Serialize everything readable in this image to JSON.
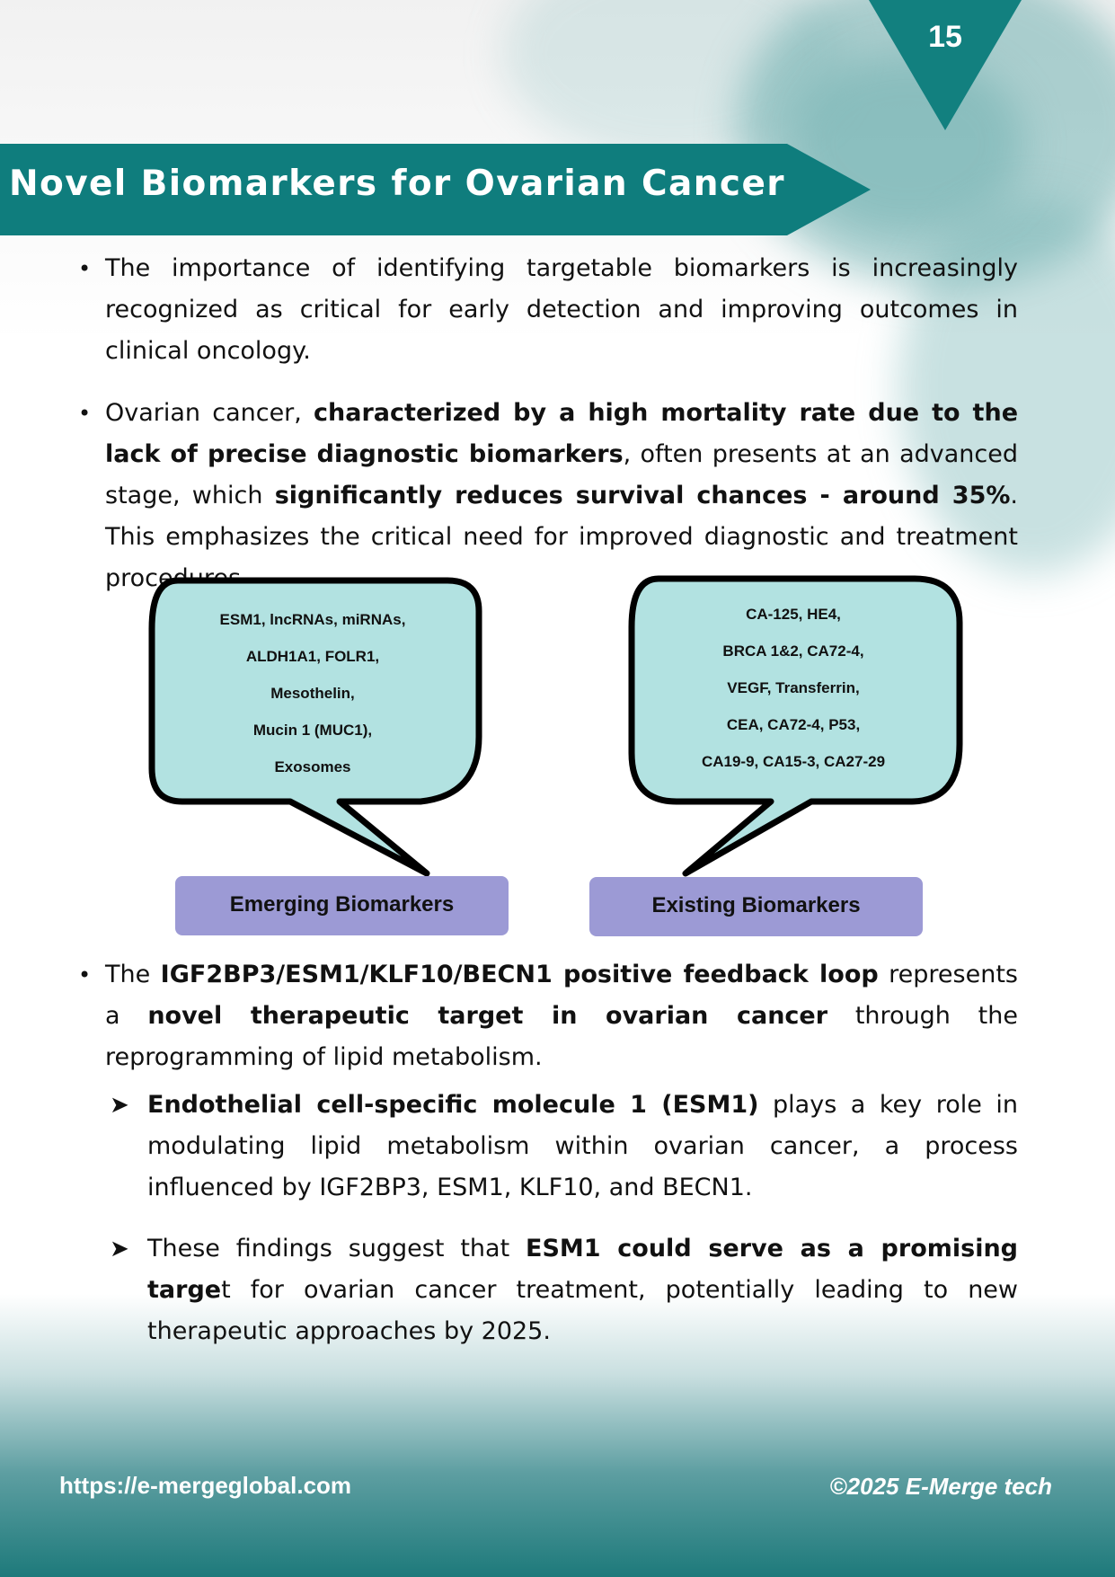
{
  "page": {
    "number": "15"
  },
  "header": {
    "title": "Novel Biomarkers for Ovarian Cancer"
  },
  "bullets": {
    "b1": {
      "text": "The importance of identifying targetable biomarkers is increasingly recognized as critical for early detection and improving outcomes in clinical oncology."
    },
    "b2": {
      "t1": "Ovarian cancer, ",
      "s1": "characterized by a high mortality rate due to the lack of precise diagnostic biomarkers",
      "t2": ", often presents at an advanced stage, which ",
      "s2": "significantly reduces survival chances - around 35%",
      "t3": ". This emphasizes the critical need for improved diagnostic and treatment procedures."
    },
    "b3": {
      "t1": "The ",
      "s1": "IGF2BP3/ESM1/KLF10/BECN1 positive feedback loop",
      "t2": " represents a ",
      "s2": "novel therapeutic target in ovarian cancer",
      "t3": " through the reprogramming of lipid metabolism."
    }
  },
  "sub_bullets": {
    "s1": {
      "strong": "Endothelial cell-specific molecule 1 (ESM1)",
      "text": " plays a key role in modulating lipid metabolism within ovarian cancer, a process influenced by IGF2BP3, ESM1, KLF10, and BECN1."
    },
    "s2": {
      "t1": "These findings suggest that ",
      "strong": "ESM1 could serve as a promising targe",
      "t2": "t for ovarian cancer treatment, potentially leading to new therapeutic approaches by 2025."
    }
  },
  "figure": {
    "emerging": {
      "label": "Emerging Biomarkers",
      "lines": [
        "ESM1, lncRNAs, miRNAs,",
        "ALDH1A1, FOLR1,",
        "Mesothelin,",
        "Mucin 1 (MUC1),",
        "Exosomes"
      ]
    },
    "existing": {
      "label": "Existing Biomarkers",
      "lines": [
        "CA-125, HE4,",
        "BRCA 1&2, CA72-4,",
        "VEGF, Transferrin,",
        "CEA, CA72-4, P53,",
        "CA19-9, CA15-3, CA27-29"
      ]
    }
  },
  "footer": {
    "url": "https://e-mergeglobal.com",
    "copyright": "©2025 E-Merge tech"
  },
  "colors": {
    "teal": "#0f7d7d",
    "bubble_fill": "#b2e2e1",
    "label_fill": "#9c9ad5"
  }
}
